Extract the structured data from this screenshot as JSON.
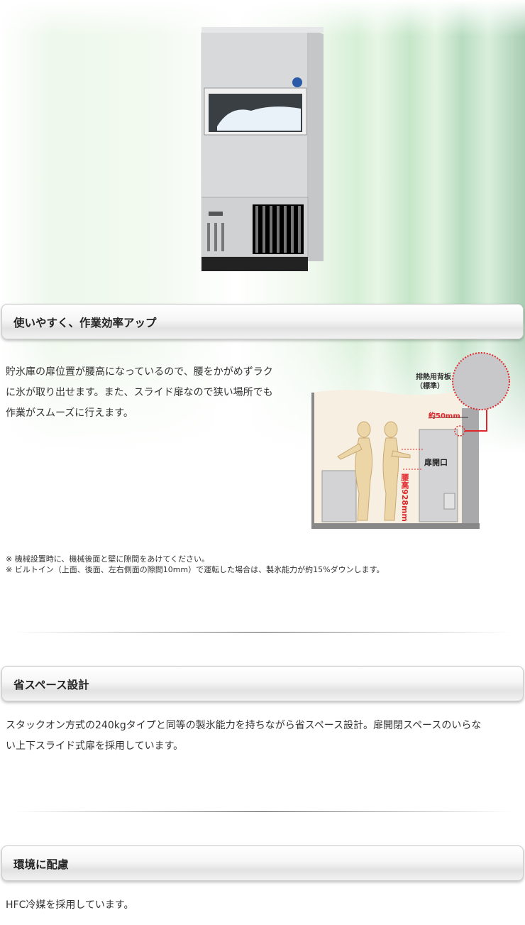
{
  "sections": [
    {
      "title": "使いやすく、作業効率アップ",
      "body": [
        "貯氷庫の扉位置が腰高になっているので、腰をかがめずラク",
        "に氷が取り出せます。また、スライド扉なので狭い場所でも",
        "作業がスムーズに行えます。"
      ],
      "notes": [
        "※ 機械設置時に、機械後面と壁に隙間をあけてください。",
        "※ ビルトイン（上面、後面、左右側面の隙間10mm）で運転した場合は、製氷能力が約15%ダウンします。"
      ],
      "diagram": {
        "back_panel": "排熱用背板",
        "back_panel_sub": "（標準）",
        "gap": "約50mm",
        "door_opening": "扉開口",
        "waist_height": "腰高928mm"
      }
    },
    {
      "title": "省スペース設計",
      "body": [
        "スタックオン方式の240kgタイプと同等の製氷能力を持ちながら省スペース設計。扉開閉スペースのいらな",
        "い上下スライド式扉を採用しています。"
      ]
    },
    {
      "title": "環境に配慮",
      "body": [
        "HFC冷媒を採用しています。"
      ]
    }
  ],
  "colors": {
    "accent_red": "#e0262b",
    "hero_green": "#c6e6c9"
  }
}
